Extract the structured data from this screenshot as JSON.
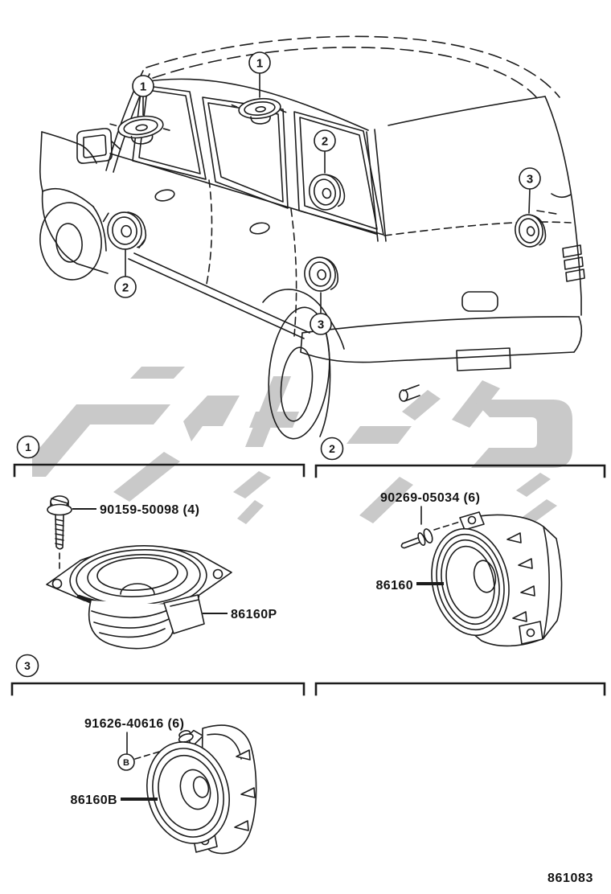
{
  "page": {
    "figure_number": "861083",
    "background_color": "#ffffff",
    "line_color": "#1c1c1c",
    "watermark_color": "#c9c9c9"
  },
  "vehicle": {
    "callouts": [
      {
        "label": "1",
        "location": "front-door-upper-speaker"
      },
      {
        "label": "1",
        "location": "rear-door-upper-speaker"
      },
      {
        "label": "2",
        "location": "rear-door-lower-speaker"
      },
      {
        "label": "2",
        "location": "front-door-lower-speaker"
      },
      {
        "label": "3",
        "location": "rear-quarter-upper-speaker"
      },
      {
        "label": "3",
        "location": "rear-quarter-lower-speaker"
      }
    ]
  },
  "sections": [
    {
      "id": "1",
      "parts": [
        {
          "label": "90159-50098 (4)",
          "part_number": "90159-50098",
          "quantity": "4",
          "icon": "hex-flange-screw"
        },
        {
          "label": "86160P",
          "part_number": "86160P",
          "icon": "oval-speaker"
        }
      ]
    },
    {
      "id": "2",
      "parts": [
        {
          "label": "90269-05034 (6)",
          "part_number": "90269-05034",
          "quantity": "6",
          "icon": "push-rivet"
        },
        {
          "label": "86160",
          "part_number": "86160",
          "icon": "round-speaker"
        }
      ]
    },
    {
      "id": "3",
      "fastener_key": "B",
      "parts": [
        {
          "label": "91626-40616 (6)",
          "part_number": "91626-40616",
          "quantity": "6",
          "icon": "bolt"
        },
        {
          "label": "86160B",
          "part_number": "86160B",
          "icon": "round-speaker-housing"
        }
      ]
    }
  ]
}
